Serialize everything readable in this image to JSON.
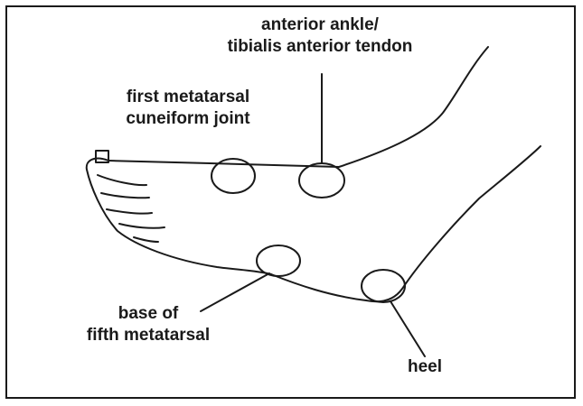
{
  "labels": {
    "ankle": {
      "line1": "anterior ankle/",
      "line2": "tibialis anterior tendon"
    },
    "metatarsal_joint": {
      "line1": "first metatarsal",
      "line2": "cuneiform joint"
    },
    "fifth_metatarsal": {
      "line1": "base of",
      "line2": "fifth metatarsal"
    },
    "heel": {
      "line1": "heel"
    }
  },
  "colors": {
    "ink": "#1a1a1a",
    "background": "#ffffff"
  }
}
